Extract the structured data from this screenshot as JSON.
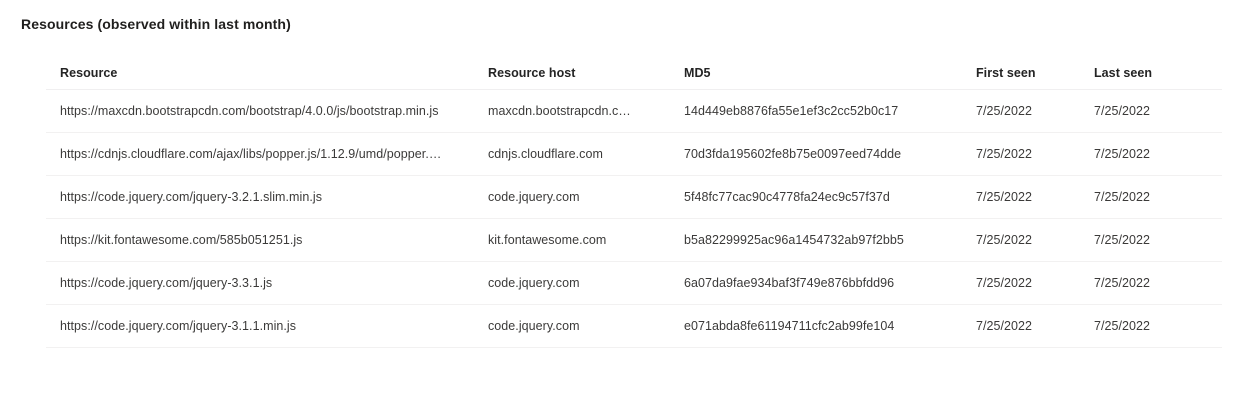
{
  "section": {
    "title": "Resources (observed within last month)"
  },
  "table": {
    "columns": [
      {
        "key": "resource",
        "label": "Resource"
      },
      {
        "key": "host",
        "label": "Resource host"
      },
      {
        "key": "md5",
        "label": "MD5"
      },
      {
        "key": "first_seen",
        "label": "First seen"
      },
      {
        "key": "last_seen",
        "label": "Last seen"
      }
    ],
    "rows": [
      {
        "resource": "https://maxcdn.bootstrapcdn.com/bootstrap/4.0.0/js/bootstrap.min.js",
        "host": "maxcdn.bootstrapcdn.c…",
        "md5": "14d449eb8876fa55e1ef3c2cc52b0c17",
        "first_seen": "7/25/2022",
        "last_seen": "7/25/2022"
      },
      {
        "resource": "https://cdnjs.cloudflare.com/ajax/libs/popper.js/1.12.9/umd/popper.…",
        "host": "cdnjs.cloudflare.com",
        "md5": "70d3fda195602fe8b75e0097eed74dde",
        "first_seen": "7/25/2022",
        "last_seen": "7/25/2022"
      },
      {
        "resource": "https://code.jquery.com/jquery-3.2.1.slim.min.js",
        "host": "code.jquery.com",
        "md5": "5f48fc77cac90c4778fa24ec9c57f37d",
        "first_seen": "7/25/2022",
        "last_seen": "7/25/2022"
      },
      {
        "resource": "https://kit.fontawesome.com/585b051251.js",
        "host": "kit.fontawesome.com",
        "md5": "b5a82299925ac96a1454732ab97f2bb5",
        "first_seen": "7/25/2022",
        "last_seen": "7/25/2022"
      },
      {
        "resource": "https://code.jquery.com/jquery-3.3.1.js",
        "host": "code.jquery.com",
        "md5": "6a07da9fae934baf3f749e876bbfdd96",
        "first_seen": "7/25/2022",
        "last_seen": "7/25/2022"
      },
      {
        "resource": "https://code.jquery.com/jquery-3.1.1.min.js",
        "host": "code.jquery.com",
        "md5": "e071abda8fe61194711cfc2ab99fe104",
        "first_seen": "7/25/2022",
        "last_seen": "7/25/2022"
      }
    ]
  },
  "colors": {
    "background": "#ffffff",
    "title_text": "#201f1e",
    "header_text": "#242424",
    "body_text": "#3b3a39",
    "row_divider": "#f2f1f1",
    "header_divider": "#f0eff0"
  }
}
